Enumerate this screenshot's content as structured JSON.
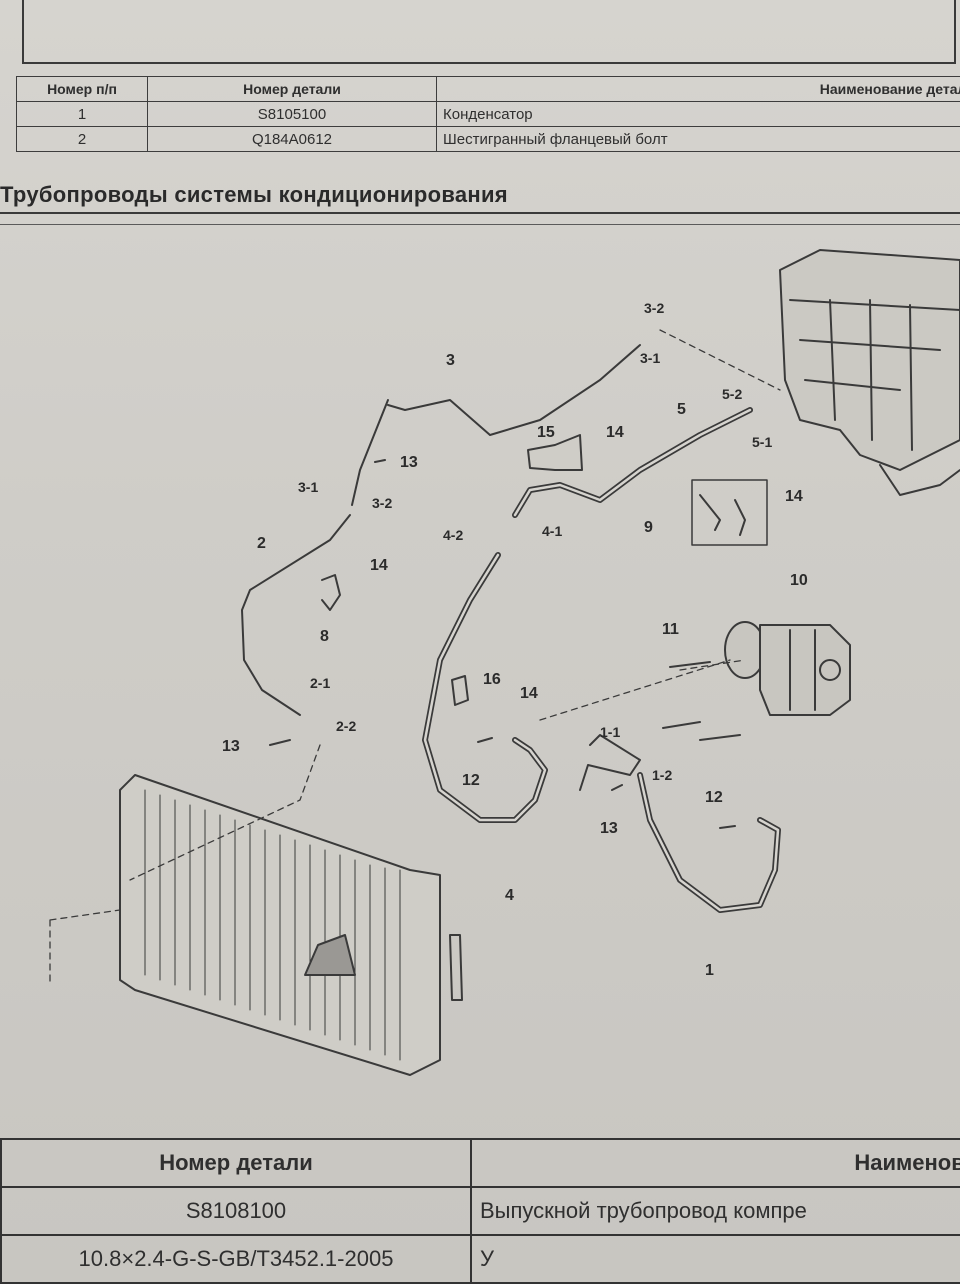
{
  "table_top": {
    "headers": [
      "Номер п/п",
      "Номер детали",
      "Наименование детали"
    ],
    "rows": [
      [
        "1",
        "S8105100",
        "Конденсатор"
      ],
      [
        "2",
        "Q184A0612",
        "Шестигранный фланцевый болт"
      ]
    ]
  },
  "section_title": "Трубопроводы системы кондиционирования",
  "callouts": {
    "c3_2_top": "3-2",
    "c3_1_top": "3-1",
    "c3": "3",
    "c5": "5",
    "c5_2": "5-2",
    "c5_1": "5-1",
    "c15": "15",
    "c14_a": "14",
    "c13_a": "13",
    "c3_1": "3-1",
    "c3_2": "3-2",
    "c4_2": "4-2",
    "c4_1": "4-1",
    "c9": "9",
    "c14_b": "14",
    "c2": "2",
    "c14_c": "14",
    "c8": "8",
    "c10": "10",
    "c11": "11",
    "c16": "16",
    "c14_d": "14",
    "c2_1": "2-1",
    "c2_2": "2-2",
    "c13_b": "13",
    "c1_1": "1-1",
    "c1_2": "1-2",
    "c12_a": "12",
    "c12_b": "12",
    "c13_c": "13",
    "c4": "4",
    "c1": "1"
  },
  "table_bottom": {
    "headers": [
      "Номер детали",
      "Наименован"
    ],
    "rows": [
      [
        "S8108100",
        "Выпускной трубопровод компре"
      ],
      [
        "10.8×2.4-G-S-GB/T3452.1-2005",
        "У"
      ]
    ]
  }
}
